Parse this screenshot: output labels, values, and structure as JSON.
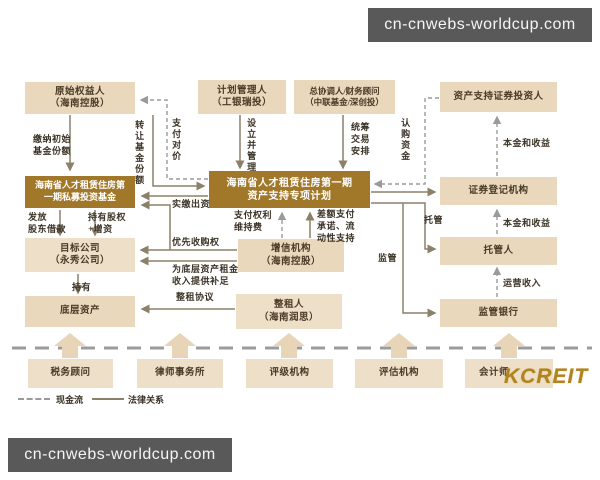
{
  "watermarks": {
    "top": "cn-cnwebs-worldcup.com",
    "bottom": "cn-cnwebs-worldcup.com"
  },
  "nodes": {
    "original_owner": "原始权益人\n（海南控股）",
    "plan_manager": "计划管理人\n（工银瑞投）",
    "coordinator": "总协调人/财务顾问\n（中联基金/深创投）",
    "investors": "资产支持证券投资人",
    "private_fund": "海南省人才租赁住房第\n一期私募投资基金",
    "special_plan": "海南省人才租赁住房第一期\n资产支持专项计划",
    "registry": "证券登记机构",
    "target_company": "目标公司\n（永秀公司）",
    "credit_enhancer": "增信机构\n（海南控股）",
    "custodian": "托管人",
    "underlying_assets": "底层资产",
    "master_lessee": "整租人\n（海南润思）",
    "supervising_bank": "监管银行",
    "tax_advisor": "税务顾问",
    "law_firm": "律师事务所",
    "rating_agency": "评级机构",
    "appraisal_agency": "评估机构",
    "accountant": "会计师"
  },
  "edge_labels": {
    "pay_initial_shares": "缴纳初始\n基金份额",
    "transfer_fund_shares": "转让基金份额",
    "pay_consideration": "支付对价",
    "setup_manage": "设立并管理",
    "coordinate_arrange": "统筹\n交易\n安排",
    "subscription_funds": "认购资金",
    "principal_income_top": "本金和收益",
    "principal_income_mid": "本金和收益",
    "operating_income": "运营收入",
    "custody": "托管",
    "supervision": "监管",
    "paid_in_capital": "实缴出资",
    "shareholder_loan": "发放\n股东借款",
    "hold_equity": "持有股权\n+增资",
    "priority_purchase": "优先收购权",
    "rent_supplement": "为底层资产租金\n收入提供补足",
    "hold": "持有",
    "master_lease": "整租协议",
    "rights_fee": "支付权利\n维持费",
    "shortfall_support": "差额支付\n承诺、流\n动性支持"
  },
  "legend": {
    "cash_flow": "现金流",
    "legal_relation": "法律关系"
  },
  "logo_text": "KCREIT",
  "colors": {
    "dark_box": "#a1782a",
    "light_box": "#ead8bd",
    "solid_line": "#8b8068",
    "dashed_line": "#9a9a9a"
  }
}
